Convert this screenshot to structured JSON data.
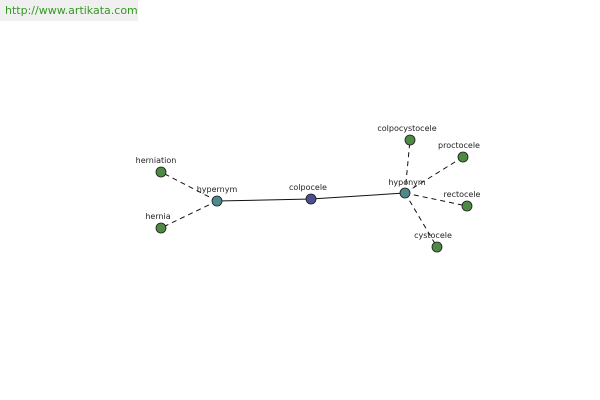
{
  "source_url": "http://www.artikata.com",
  "colors": {
    "url_text": "#339922",
    "center_node": "#4a4f8f",
    "hub_node": "#4e8a8c",
    "leaf_node": "#4f8a45",
    "edge": "#111111",
    "label": "#222222"
  },
  "nodes": {
    "center": {
      "label": "colpocele"
    },
    "hypernym": {
      "label": "hypernym"
    },
    "hyponym": {
      "label": "hyponym"
    },
    "herniation": {
      "label": "herniation"
    },
    "hernia": {
      "label": "hernia"
    },
    "colpocystocele": {
      "label": "colpocystocele"
    },
    "proctocele": {
      "label": "proctocele"
    },
    "rectocele": {
      "label": "rectocele"
    },
    "cystocele": {
      "label": "cystocele"
    }
  },
  "edges": [
    {
      "from": "hypernym",
      "to": "center",
      "style": "solid"
    },
    {
      "from": "center",
      "to": "hyponym",
      "style": "solid"
    },
    {
      "from": "hypernym",
      "to": "herniation",
      "style": "dashed"
    },
    {
      "from": "hypernym",
      "to": "hernia",
      "style": "dashed"
    },
    {
      "from": "hyponym",
      "to": "colpocystocele",
      "style": "dashed"
    },
    {
      "from": "hyponym",
      "to": "proctocele",
      "style": "dashed"
    },
    {
      "from": "hyponym",
      "to": "rectocele",
      "style": "dashed"
    },
    {
      "from": "hyponym",
      "to": "cystocele",
      "style": "dashed"
    }
  ]
}
